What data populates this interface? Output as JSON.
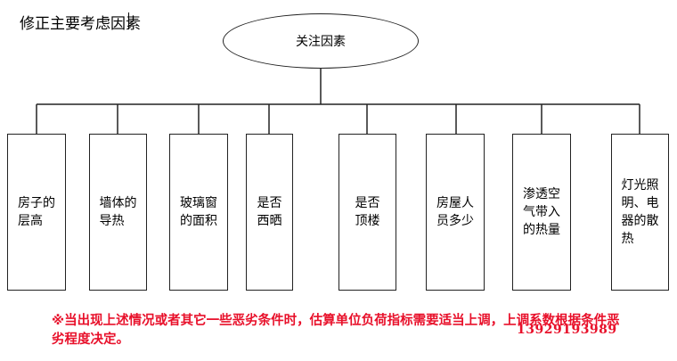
{
  "title": "修正主要考虑因素",
  "root": {
    "label": "关注因素"
  },
  "factors": [
    {
      "label": "房子的\n层高"
    },
    {
      "label": "墙体的\n导热"
    },
    {
      "label": "玻璃窗\n的面积"
    },
    {
      "label": "是否\n西晒"
    },
    {
      "label": "是否\n顶楼"
    },
    {
      "label": "房屋人\n员多少"
    },
    {
      "label": "渗透空\n气带入\n的热量"
    },
    {
      "label": "灯光照\n明、电\n器的散\n热"
    }
  ],
  "note": "※当出现上述情况或者其它一些恶劣条件时，估算单位负荷指标需要适当上调，上调系数根据条件恶劣程度决定。",
  "watermark": "13929193989",
  "colors": {
    "note": "#e8102a",
    "line": "#222222"
  }
}
